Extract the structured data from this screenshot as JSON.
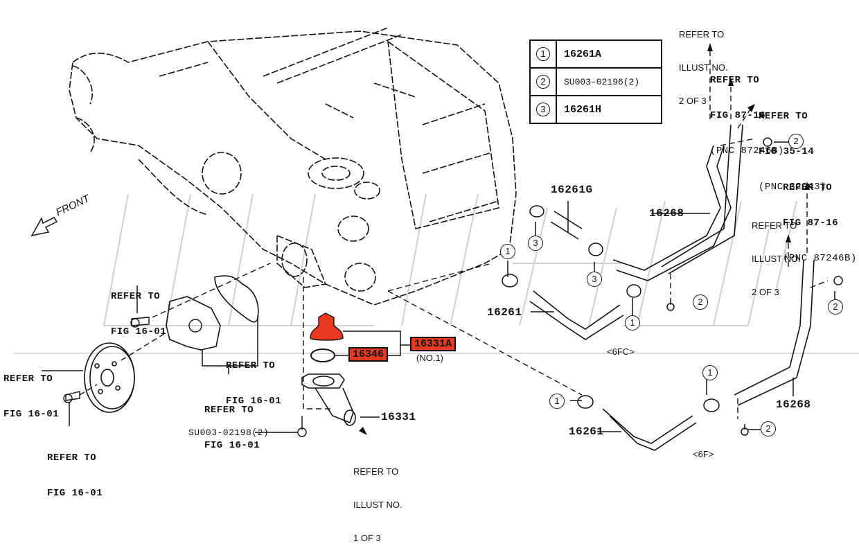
{
  "diagram": {
    "type": "exploded-parts-diagram",
    "subject": "engine water pump / thermostat / coolant pipes",
    "front_label": "FRONT",
    "legend": [
      {
        "num": "1",
        "part": "16261A"
      },
      {
        "num": "2",
        "part": "SU003-02196(2)"
      },
      {
        "num": "3",
        "part": "16261H"
      }
    ],
    "highlighted_parts": {
      "thermostat": "16331A",
      "thermostat_note": "(NO.1)",
      "gasket": "16346"
    },
    "part_labels": {
      "inlet": "16331",
      "bolt_inlet": "SU003-02198(2)",
      "hose_g": "16261G",
      "hose_fc": "16261",
      "hose_f": "16261",
      "pipe_fc": "16268",
      "pipe_f": "16268"
    },
    "variant_labels": {
      "fc": "<6FC>",
      "f": "<6F>"
    },
    "refer_notes": {
      "illust_2_top": [
        "REFER TO",
        "ILLUST NO.",
        "2 OF 3"
      ],
      "fig_87_16_top": [
        "REFER TO",
        "FIG 87-16",
        "(PNC 87246B)"
      ],
      "fig_35_14": [
        "REFER TO",
        "FIG 35-14",
        "(PNC 32943)"
      ],
      "fig_87_16_right": [
        "REFER TO",
        "FIG 87-16",
        "(PNC 87246B)"
      ],
      "illust_2_right": [
        "REFER TO",
        "ILLUST NO.",
        "2 OF 3"
      ],
      "fig_16_01_bolt": [
        "REFER TO",
        "FIG 16-01"
      ],
      "fig_16_01_pulley": [
        "REFER TO",
        "FIG 16-01"
      ],
      "fig_16_01_gasket": [
        "REFER TO",
        "FIG 16-01"
      ],
      "fig_16_01_pump": [
        "REFER TO",
        "FIG 16-01"
      ],
      "fig_16_01_pulley_bolt": [
        "REFER TO",
        "FIG 16-01"
      ],
      "illust_1": [
        "REFER TO",
        "ILLUST NO.",
        "1 OF 3"
      ]
    },
    "callouts": {
      "one": "1",
      "two": "2",
      "three": "3"
    },
    "colors": {
      "highlight": "#e83a1f",
      "line": "#111111",
      "watermark": "#c8c8c8"
    }
  }
}
